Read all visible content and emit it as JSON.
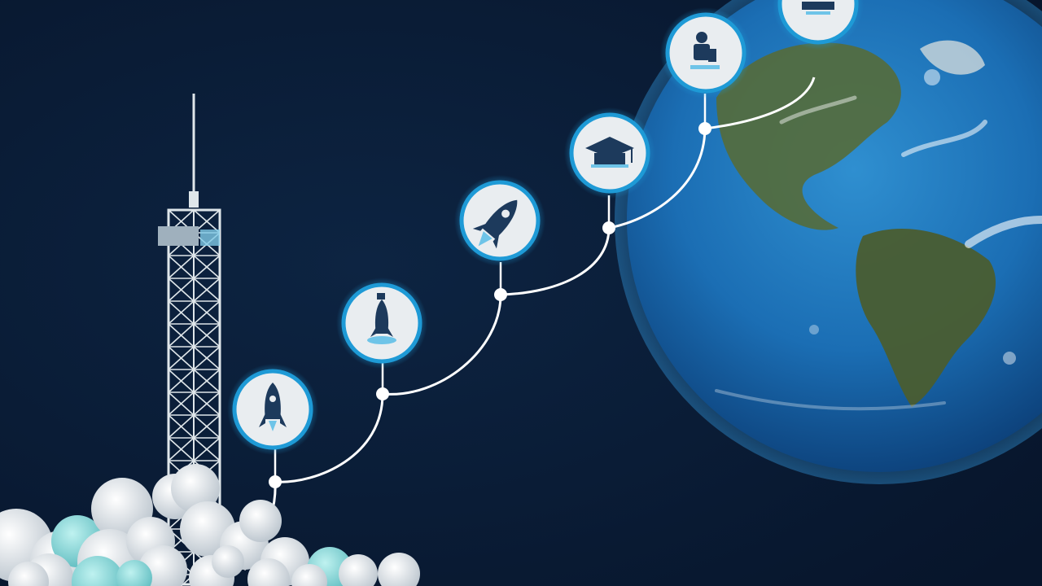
{
  "scene": {
    "background": "#0a1b33",
    "accent": "#1e9ad6",
    "path_color": "#ffffff",
    "milestones": [
      {
        "icon": "rocket-upright-icon"
      },
      {
        "icon": "rocket-launch-icon"
      },
      {
        "icon": "rocket-flight-icon"
      },
      {
        "icon": "graduation-cap-icon"
      },
      {
        "icon": "astronaut-chair-icon"
      },
      {
        "icon": "satellite-icon"
      }
    ],
    "elements": [
      "launch-tower",
      "smoke-clouds",
      "earth-globe",
      "milestone-path"
    ]
  }
}
